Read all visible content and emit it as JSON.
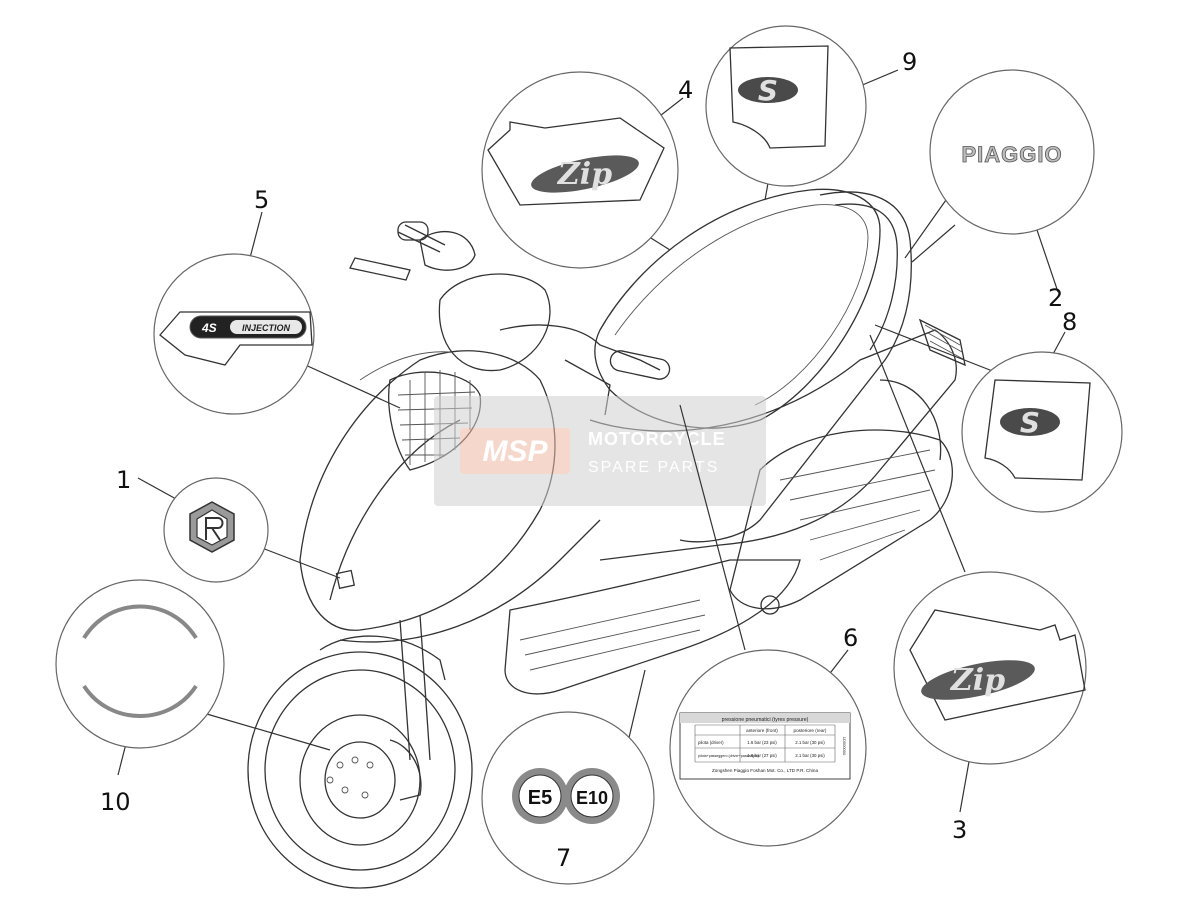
{
  "brand_decal_text": "PIAGGIO",
  "decal_4s_badge": "4S",
  "decal_injection_text": "INJECTION",
  "decal_s_letter": "S",
  "decal_zip_script": "Zip",
  "fuel_labels": [
    "E5",
    "E10"
  ],
  "tyre_label": {
    "title": "pressione pneumatici (tyres pressure)",
    "col_front": "anteriore (front)",
    "col_rear": "posteriore (rear)",
    "row1_label": "pilota (driver)",
    "row1_front": "1.6 bar (23 psi)",
    "row1_rear": "2.1 bar (30 psi)",
    "row2_label": "pilota+passeggero (driver+passenger)",
    "row2_front": "1.8 bar (27 psi)",
    "row2_rear": "2.1 bar (30 psi)",
    "footer": "Zongshen Piaggio Foshan Mot. Co., LTD P.R. China",
    "side_code": "1D000000"
  },
  "watermark": {
    "logo": "MSP",
    "line1": "MOTORCYCLE",
    "line2": "SPARE PARTS"
  },
  "callouts": [
    "1",
    "2",
    "3",
    "4",
    "5",
    "6",
    "7",
    "8",
    "9",
    "10"
  ]
}
